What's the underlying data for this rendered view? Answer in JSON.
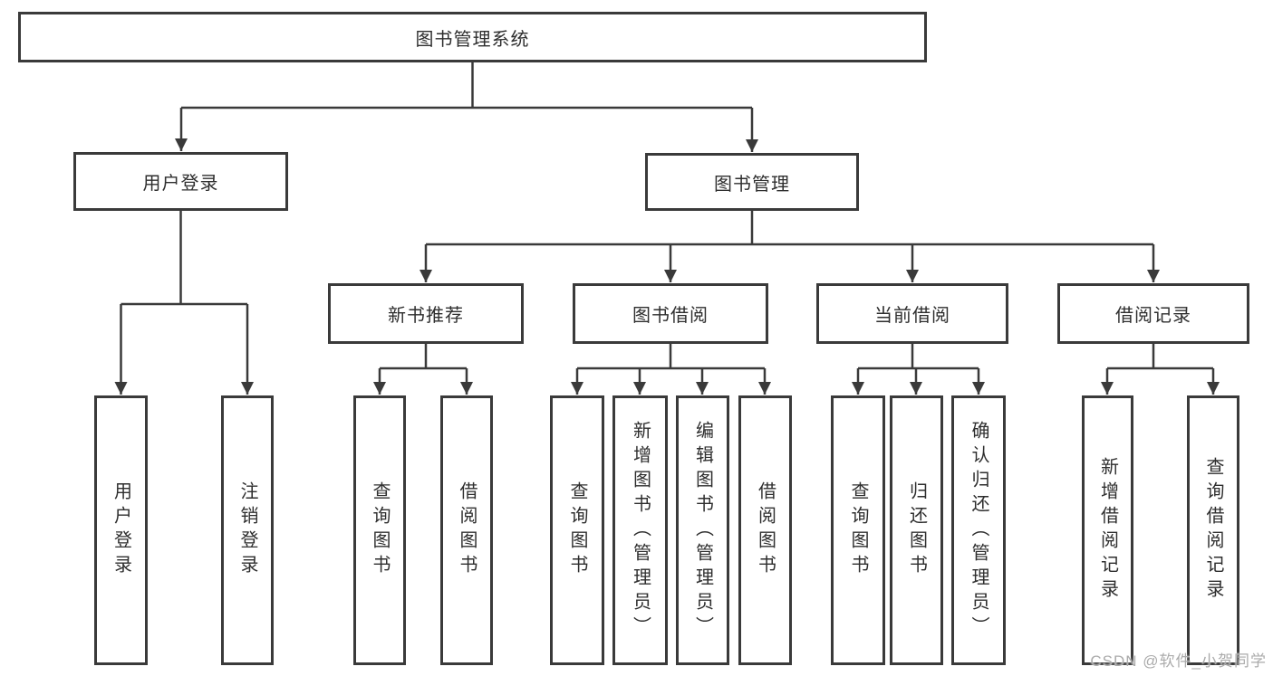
{
  "tree": {
    "label": "图书管理系统",
    "children": [
      {
        "label": "用户登录",
        "children": [
          {
            "label": "用户登录"
          },
          {
            "label": "注销登录"
          }
        ]
      },
      {
        "label": "图书管理",
        "children": [
          {
            "label": "新书推荐",
            "children": [
              {
                "label": "查询图书"
              },
              {
                "label": "借阅图书"
              }
            ]
          },
          {
            "label": "图书借阅",
            "children": [
              {
                "label": "查询图书"
              },
              {
                "label": "新增图书（管理员）"
              },
              {
                "label": "编辑图书（管理员）"
              },
              {
                "label": "借阅图书"
              }
            ]
          },
          {
            "label": "当前借阅",
            "children": [
              {
                "label": "查询图书"
              },
              {
                "label": "归还图书"
              },
              {
                "label": "确认归还（管理员）"
              }
            ]
          },
          {
            "label": "借阅记录",
            "children": [
              {
                "label": "新增借阅记录"
              },
              {
                "label": "查询借阅记录"
              }
            ]
          }
        ]
      }
    ]
  },
  "watermark": "CSDN @软件_小贺同学",
  "colors": {
    "line": "#3a3a3a",
    "text": "#2e2e2e",
    "watermark": "#ababab"
  }
}
